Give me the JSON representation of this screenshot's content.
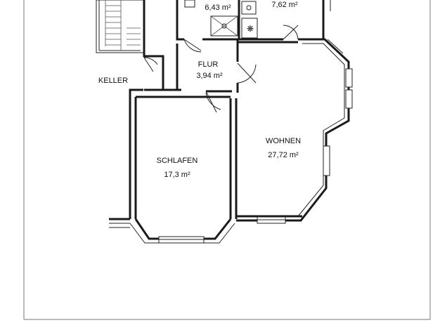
{
  "rooms": {
    "bad_area": "6,43 m²",
    "kueche_area": "7,62 m²",
    "flur": {
      "name": "FLUR",
      "area": "3,94 m²"
    },
    "keller": {
      "name": "KELLER"
    },
    "wohnen": {
      "name": "WOHNEN",
      "area": "27,72 m²"
    },
    "schlafen": {
      "name": "SCHLAFEN",
      "area": "17,3 m²"
    }
  }
}
